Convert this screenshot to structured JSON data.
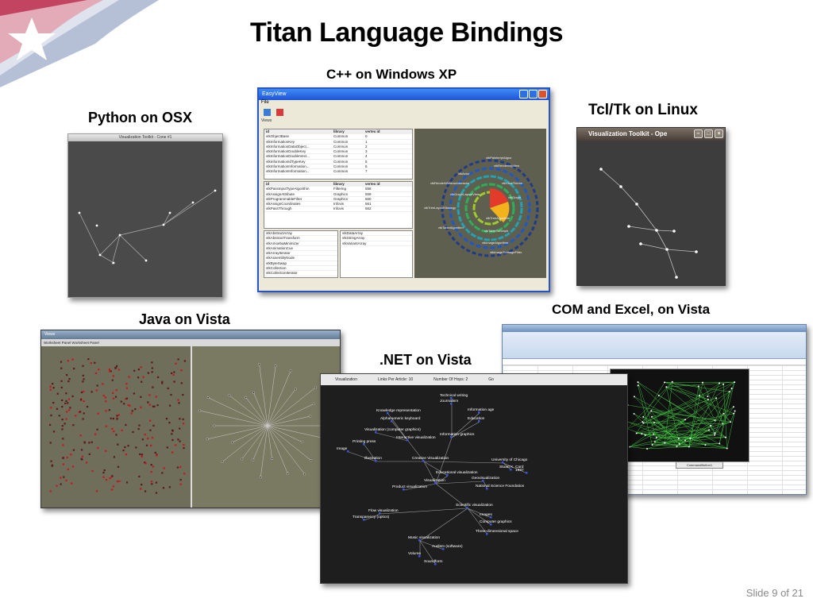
{
  "slide": {
    "title": "Titan Language Bindings",
    "footer": "Slide 9 of 21"
  },
  "captions": {
    "python": "Python on OSX",
    "cpp": "C++ on Windows XP",
    "tcl": "Tcl/Tk on Linux",
    "java": "Java on Vista",
    "excel": "COM and Excel, on Vista",
    "net": ".NET on Vista"
  },
  "python_window": {
    "title": "Visualization Toolkit - Cone #1"
  },
  "cpp_window": {
    "title": "EasyView",
    "menu": "File",
    "views_label": "Views",
    "table1_headers": [
      "id",
      "library",
      "vertex id"
    ],
    "table1_rows": [
      [
        "vtkObjectBase",
        "Common",
        "0"
      ],
      [
        "vtkInformationKey",
        "Common",
        "1"
      ],
      [
        "vtkInformationDataObject...",
        "Common",
        "2"
      ],
      [
        "vtkInformationDoubleKey",
        "Common",
        "3"
      ],
      [
        "vtkInformationDoubleVect...",
        "Common",
        "4"
      ],
      [
        "vtkInformationIdTypeKey",
        "Common",
        "5"
      ],
      [
        "vtkInformationInformation...",
        "Common",
        "6"
      ],
      [
        "vtkInformationInformation...",
        "Common",
        "7"
      ]
    ],
    "table2_headers": [
      "id",
      "library",
      "vertex id"
    ],
    "table2_rows": [
      [
        "vtkPassInputTypeAlgorithm",
        "Filtering",
        "558"
      ],
      [
        "vtkAssignAttribute",
        "Graphics",
        "559"
      ],
      [
        "vtkProgrammableFilter",
        "Graphics",
        "560"
      ],
      [
        "vtkAssignCoordinates",
        "Infovis",
        "561"
      ],
      [
        "vtkPassThrough",
        "Infovis",
        "562"
      ]
    ],
    "list1": [
      "vtkAbstractArray",
      "vtkAbstractTransform",
      "vtkAmoebaMinimizer",
      "vtkAnimationCue",
      "vtkArrayIterator",
      "vtkAssemblyNode",
      "vtkByteSwap",
      "vtkCollection",
      "vtkCollectionIterator"
    ],
    "list2": [
      "vtkDataArray",
      "vtkStringArray",
      "vtkVariantArray"
    ]
  },
  "tcl_window": {
    "title": "Visualization Toolkit - Ope"
  },
  "java_window": {
    "title": "Views",
    "tabs": "Worksheet Panel   Worksheet Panel"
  },
  "net_window": {
    "toolbar": [
      "Visualization",
      "Links Per Article: 10",
      "Number Of Hops: 2",
      "Go"
    ],
    "labels": [
      "Technical writing",
      "Journalism",
      "Knowledge representation",
      "Information age",
      "Alphanumeric keyboard",
      "Education",
      "Visualization (computer graphics)",
      "Information graphics",
      "Interactive visualization",
      "Printing press",
      "Image",
      "Illustration",
      "Creative Visualization",
      "University of Chicago",
      "Stuart K. Card",
      "1987",
      "Educational visualization",
      "Visualization",
      "Product visualization",
      "Geovisualization",
      "National Science Foundation",
      "Scientific visualization",
      "Flow visualization",
      "Images",
      "Computer graphics",
      "Three-dimensional space",
      "Transparency (optics)",
      "Music visualization",
      "Audism (software)",
      "Volume",
      "Soundform"
    ]
  },
  "excel_window": {
    "button": "CommandButton1"
  },
  "colors": {
    "background": "#ffffff",
    "flag_red": "#c8102e",
    "flag_blue": "#2a4b8d"
  }
}
